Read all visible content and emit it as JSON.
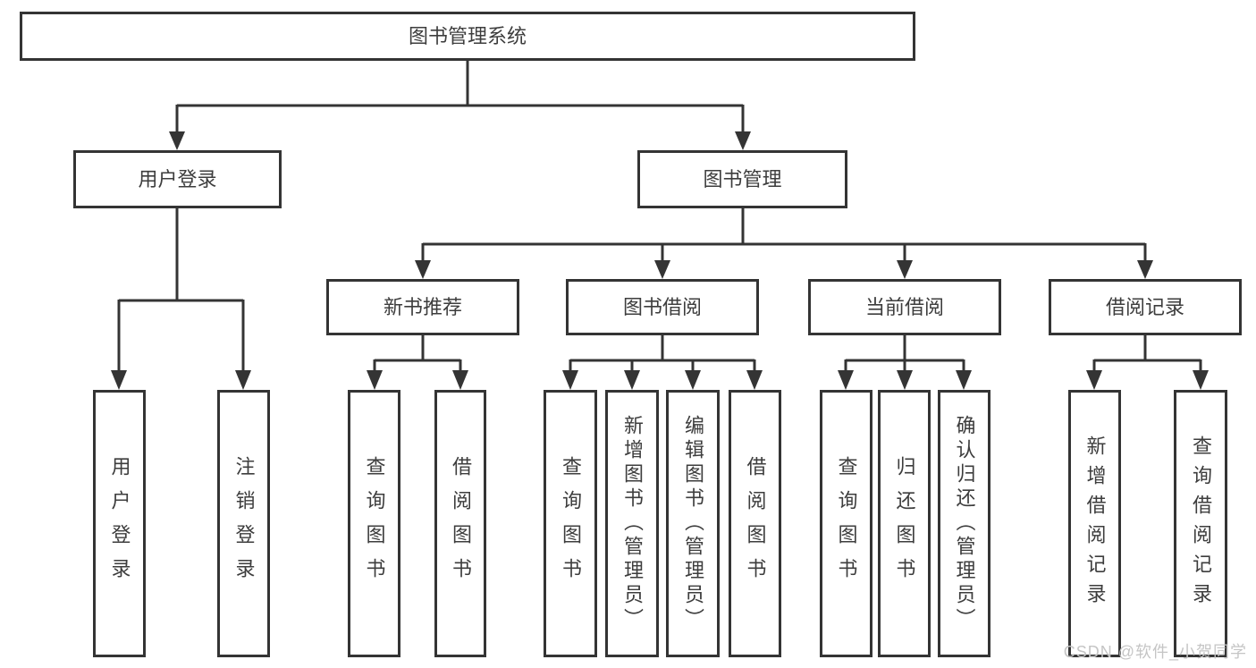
{
  "tree": {
    "root": {
      "label": "图书管理系统"
    },
    "user_login": {
      "label": "用户登录",
      "children": [
        {
          "label": "用户登录"
        },
        {
          "label": "注销登录"
        }
      ]
    },
    "book_mgmt": {
      "label": "图书管理",
      "sections": [
        {
          "label": "新书推荐",
          "children": [
            {
              "label": "查询图书"
            },
            {
              "label": "借阅图书"
            }
          ]
        },
        {
          "label": "图书借阅",
          "children": [
            {
              "label": "查询图书"
            },
            {
              "label": "新增图书（管理员）"
            },
            {
              "label": "编辑图书（管理员）"
            },
            {
              "label": "借阅图书"
            }
          ]
        },
        {
          "label": "当前借阅",
          "children": [
            {
              "label": "查询图书"
            },
            {
              "label": "归还图书"
            },
            {
              "label": "确认归还（管理员）"
            }
          ]
        },
        {
          "label": "借阅记录",
          "children": [
            {
              "label": "新增借阅记录"
            },
            {
              "label": "查询借阅记录"
            }
          ]
        }
      ]
    }
  },
  "watermark": {
    "text": "CSDN @软件_小贺同学"
  },
  "colors": {
    "line": "#343434",
    "text": "#3d3d3d",
    "watermark": "#c5c5c5",
    "background": "#ffffff"
  }
}
